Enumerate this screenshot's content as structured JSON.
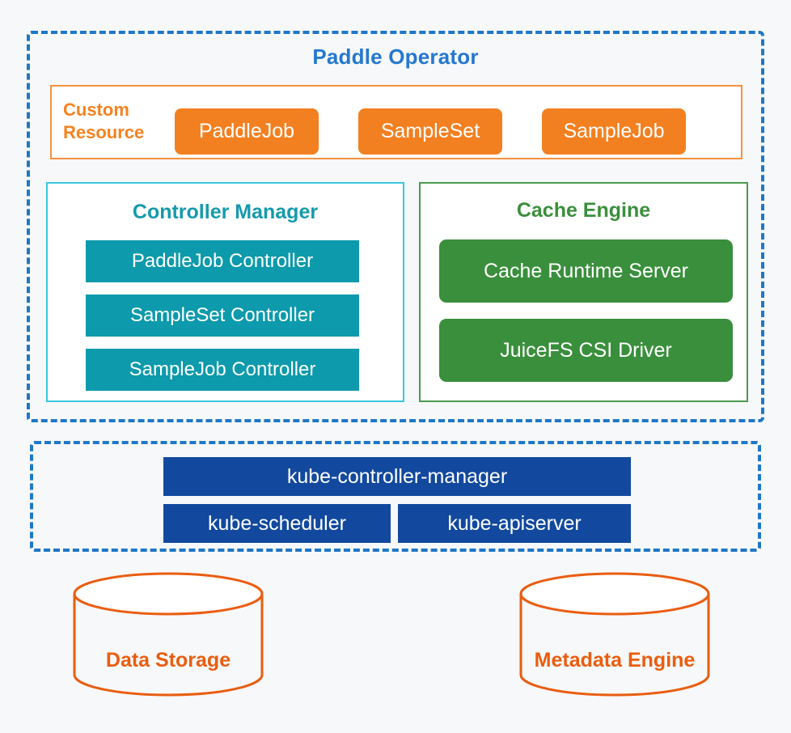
{
  "colors": {
    "page_background": "#f7f8f9",
    "dashed_border_blue": "#1f77c7",
    "operator_title_blue": "#2478cf",
    "orange_fill": "#f38020",
    "orange_label": "#f58220",
    "orange_panel_border": "#f5923e",
    "teal_fill": "#0c9aac",
    "cyan_border": "#3bc8e0",
    "teal_title": "#159aad",
    "green_fill": "#3a8f3c",
    "green_border": "#4a9a4e",
    "kube_blue": "#12499e",
    "cylinder_orange": "#ea5d10",
    "white": "#ffffff"
  },
  "operator": {
    "title": "Paddle Operator",
    "custom_resource": {
      "label_line_1": "Custom",
      "label_line_2": "Resource",
      "boxes": [
        {
          "label": "PaddleJob"
        },
        {
          "label": "SampleSet"
        },
        {
          "label": "SampleJob"
        }
      ]
    },
    "controller_manager": {
      "title": "Controller Manager",
      "boxes": [
        {
          "label": "PaddleJob Controller"
        },
        {
          "label": "SampleSet Controller"
        },
        {
          "label": "SampleJob Controller"
        }
      ]
    },
    "cache_engine": {
      "title": "Cache Engine",
      "boxes": [
        {
          "label": "Cache Runtime Server"
        },
        {
          "label": "JuiceFS CSI Driver"
        }
      ]
    }
  },
  "kubernetes": {
    "boxes": [
      {
        "label": "kube-controller-manager"
      },
      {
        "label": "kube-scheduler"
      },
      {
        "label": "kube-apiserver"
      }
    ]
  },
  "storage": {
    "cylinders": [
      {
        "label": "Data Storage"
      },
      {
        "label": "Metadata Engine"
      }
    ]
  }
}
